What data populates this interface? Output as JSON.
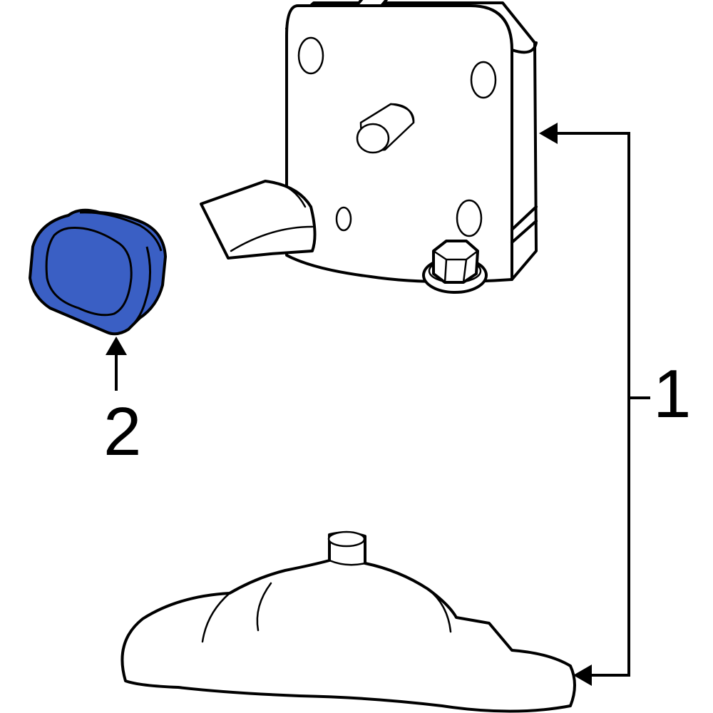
{
  "callouts": [
    {
      "id": "1",
      "label": "1"
    },
    {
      "id": "2",
      "label": "2"
    }
  ],
  "colors": {
    "highlight": "#3a5fc4",
    "line": "#000000",
    "background": "#ffffff"
  },
  "parts": [
    {
      "callout": "1",
      "name": "lock-actuator-housing-icon"
    },
    {
      "callout": "1",
      "name": "mounting-bolt-icon"
    },
    {
      "callout": "1",
      "name": "protective-cover-icon"
    },
    {
      "callout": "2",
      "name": "rubber-plug-icon"
    }
  ]
}
